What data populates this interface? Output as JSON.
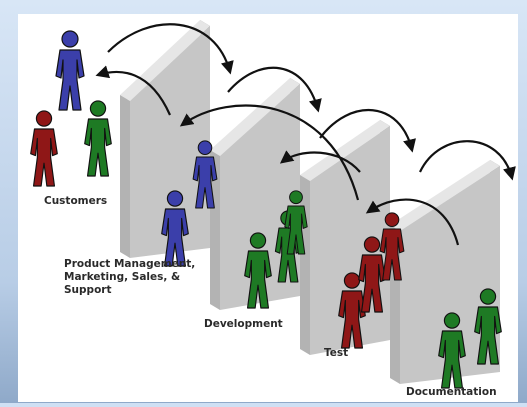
{
  "diagram": {
    "labels": {
      "customers": "Customers",
      "product": "Product Management,\nMarketing, Sales, &\nSupport",
      "development": "Development",
      "test": "Test",
      "documentation": "Documentation"
    },
    "colors": {
      "background_left": "#c8dcf0",
      "panel": "#ffffff",
      "wall_front": "#c9c9c9",
      "wall_side": "#9c9c9c",
      "figure_blue": "#3b3faa",
      "figure_green": "#1e7a24",
      "figure_red": "#8f1717",
      "arrow": "#111111"
    }
  }
}
